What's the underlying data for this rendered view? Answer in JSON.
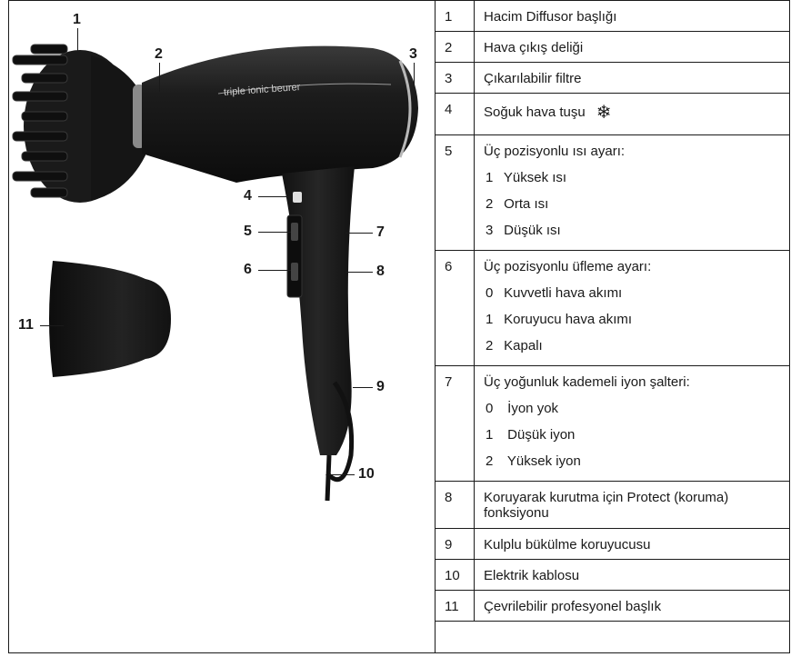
{
  "figure": {
    "brand_text": "triple ionic beurer",
    "callouts": [
      "1",
      "2",
      "3",
      "4",
      "5",
      "6",
      "7",
      "8",
      "9",
      "10",
      "11"
    ]
  },
  "legend": {
    "rows": [
      {
        "num": "1",
        "text": "Hacim Diffusor başlığı"
      },
      {
        "num": "2",
        "text": "Hava çıkış deliği"
      },
      {
        "num": "3",
        "text": "Çıkarılabilir filtre"
      },
      {
        "num": "4",
        "text": "Soğuk hava tuşu",
        "icon": "snowflake-icon",
        "icon_glyph": "❄"
      },
      {
        "num": "5",
        "text": "Üç pozisyonlu ısı ayarı:",
        "sub": [
          {
            "n": "1",
            "t": "Yüksek ısı"
          },
          {
            "n": "2",
            "t": "Orta ısı"
          },
          {
            "n": "3",
            "t": "Düşük ısı"
          }
        ]
      },
      {
        "num": "6",
        "text": "Üç pozisyonlu üfleme ayarı:",
        "sub": [
          {
            "n": "0",
            "t": "Kuvvetli hava akımı"
          },
          {
            "n": "1",
            "t": "Koruyucu hava akımı"
          },
          {
            "n": "2",
            "t": "Kapalı"
          }
        ]
      },
      {
        "num": "7",
        "text": "Üç yoğunluk kademeli iyon şalteri:",
        "sub": [
          {
            "n": "0",
            "t": "İyon yok"
          },
          {
            "n": "1",
            "t": "Düşük iyon"
          },
          {
            "n": "2",
            "t": "Yüksek iyon"
          }
        ]
      },
      {
        "num": "8",
        "text": "Koruyarak kurutma için Protect (koruma) fonksiyonu"
      },
      {
        "num": "9",
        "text": "Kulplu bükülme koruyucusu"
      },
      {
        "num": "10",
        "text": "Elektrik kablosu"
      },
      {
        "num": "11",
        "text": "Çevrilebilir profesyonel başlık"
      }
    ]
  }
}
